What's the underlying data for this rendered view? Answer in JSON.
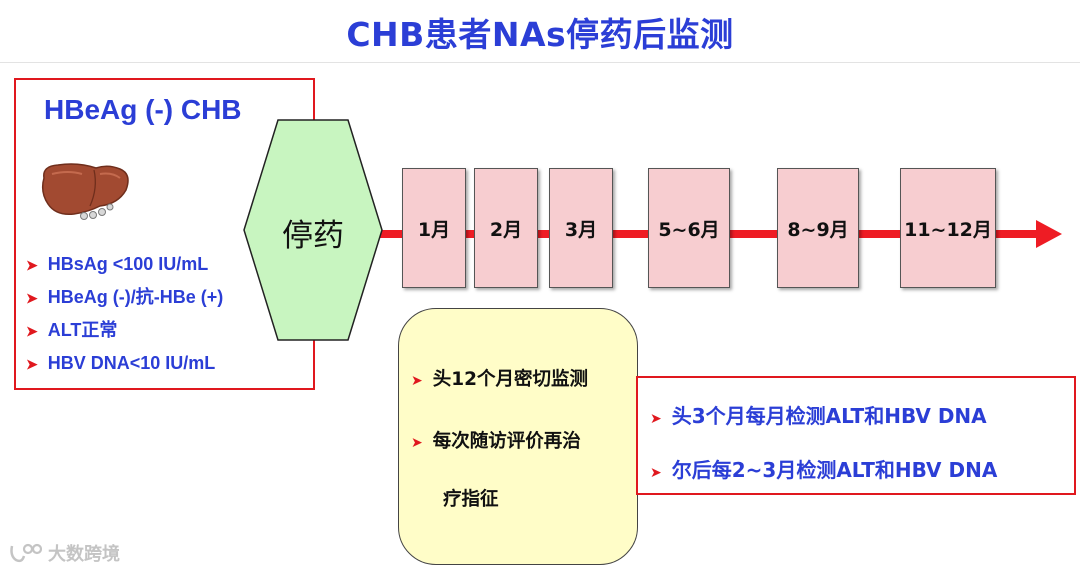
{
  "title": "CHB患者NAs停药后监测",
  "left_panel": {
    "heading": "HBeAg (-) CHB",
    "criteria": [
      "HBsAg <100 IU/mL",
      "HBeAg (-)/抗-HBe (+)",
      "ALT正常",
      "HBV DNA<10 IU/mL"
    ]
  },
  "stop_label": "停药",
  "timeline": {
    "months": [
      "1月",
      "2月",
      "3月",
      "5~6月",
      "8~9月",
      "11~12月"
    ]
  },
  "yellow_panel": {
    "items": [
      "头12个月密切监测",
      "每次随访评价再治",
      "疗指征"
    ]
  },
  "red_panel": {
    "items": [
      "头3个月每月检测ALT和HBV DNA",
      "尔后每2~3月检测ALT和HBV DNA"
    ]
  },
  "watermark": "大数跨境",
  "colors": {
    "title_blue": "#2b3ed6",
    "border_red": "#e0181e",
    "timeline_red": "#ee1c24",
    "month_fill": "#f7cdd0",
    "hex_fill": "#c8f5c0",
    "yellow_fill": "#fffdc8"
  },
  "icons": {
    "bullet": "arrow-bullet-icon",
    "liver": "liver-illustration",
    "arrowhead": "timeline-arrowhead-icon"
  }
}
